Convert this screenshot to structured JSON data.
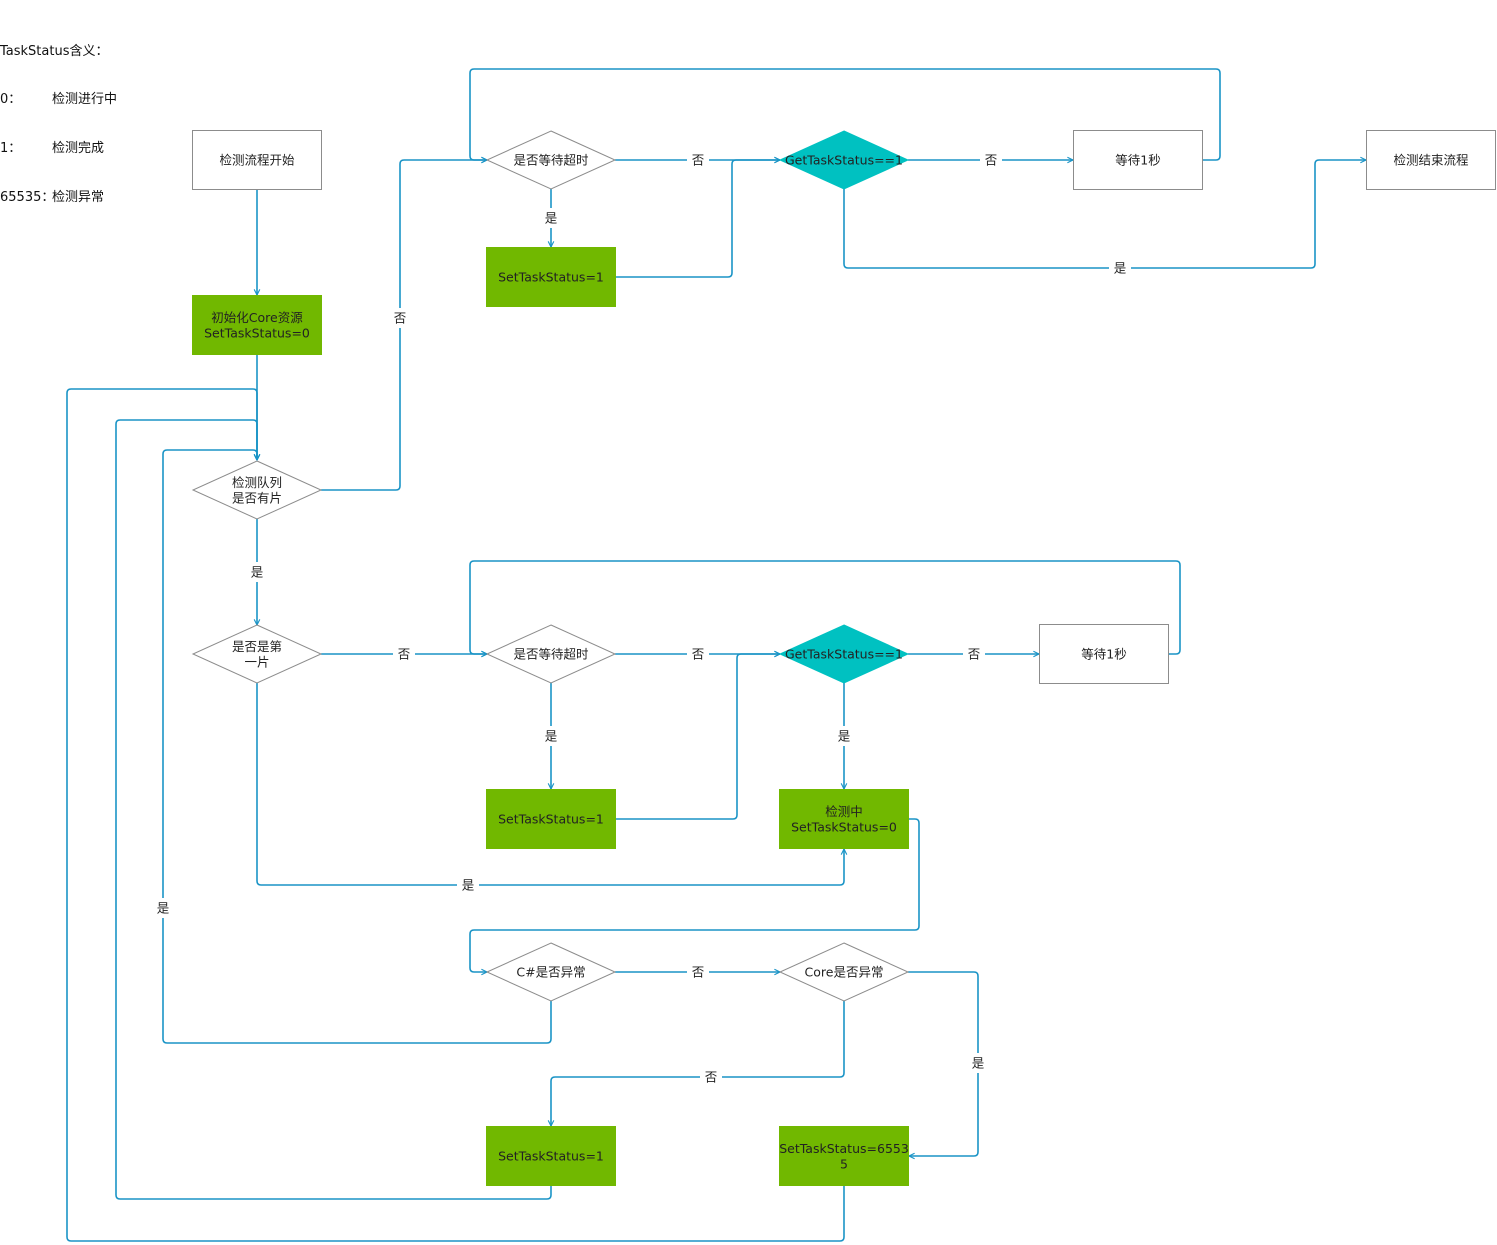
{
  "legend": {
    "title": "TaskStatus含义：",
    "items": [
      {
        "code": "0：",
        "meaning": "检测进行中"
      },
      {
        "code": "1：",
        "meaning": "检测完成"
      },
      {
        "code": "65535：",
        "meaning": "检测异常"
      }
    ]
  },
  "colors": {
    "edge": "#1a94c6",
    "process_fill": "#71b800",
    "check_fill": "#00c1c1",
    "outline": "#8c8c8c",
    "label_bg": "#ffffff"
  },
  "nodes": {
    "start": {
      "text": [
        "检测流程开始"
      ]
    },
    "init": {
      "text": [
        "初始化Core资源",
        "SetTaskStatus=0"
      ]
    },
    "queue_check": {
      "text": [
        "检测队列",
        "是否有片"
      ]
    },
    "first_check": {
      "text": [
        "是否是第",
        "一片"
      ]
    },
    "top_timeout": {
      "text": [
        "是否等待超时"
      ]
    },
    "top_set1": {
      "text": [
        "SetTaskStatus=1"
      ]
    },
    "top_get": {
      "text": [
        "GetTaskStatus==1"
      ]
    },
    "top_wait": {
      "text": [
        "等待1秒"
      ]
    },
    "end": {
      "text": [
        "检测结束流程"
      ]
    },
    "mid_timeout": {
      "text": [
        "是否等待超时"
      ]
    },
    "mid_set1": {
      "text": [
        "SetTaskStatus=1"
      ]
    },
    "mid_get": {
      "text": [
        "GetTaskStatus==1"
      ]
    },
    "mid_wait": {
      "text": [
        "等待1秒"
      ]
    },
    "detecting": {
      "text": [
        "检测中",
        "SetTaskStatus=0"
      ]
    },
    "cs_error": {
      "text": [
        "C#是否异常"
      ]
    },
    "core_error": {
      "text": [
        "Core是否异常"
      ]
    },
    "bot_set1": {
      "text": [
        "SetTaskStatus=1"
      ]
    },
    "bot_set65535": {
      "text": [
        "SetTaskStatus=6553",
        "5"
      ]
    }
  },
  "edge_labels": {
    "queue_no": "否",
    "top_timeout_no": "否",
    "top_timeout_yes": "是",
    "top_get_no": "否",
    "top_get_yes": "是",
    "queue_yes": "是",
    "first_no": "否",
    "first_yes": "是",
    "mid_timeout_no": "否",
    "mid_timeout_yes": "是",
    "mid_get_no": "否",
    "mid_get_yes": "是",
    "cs_yes": "是",
    "cs_no": "否",
    "core_no": "否",
    "core_yes": "是"
  }
}
